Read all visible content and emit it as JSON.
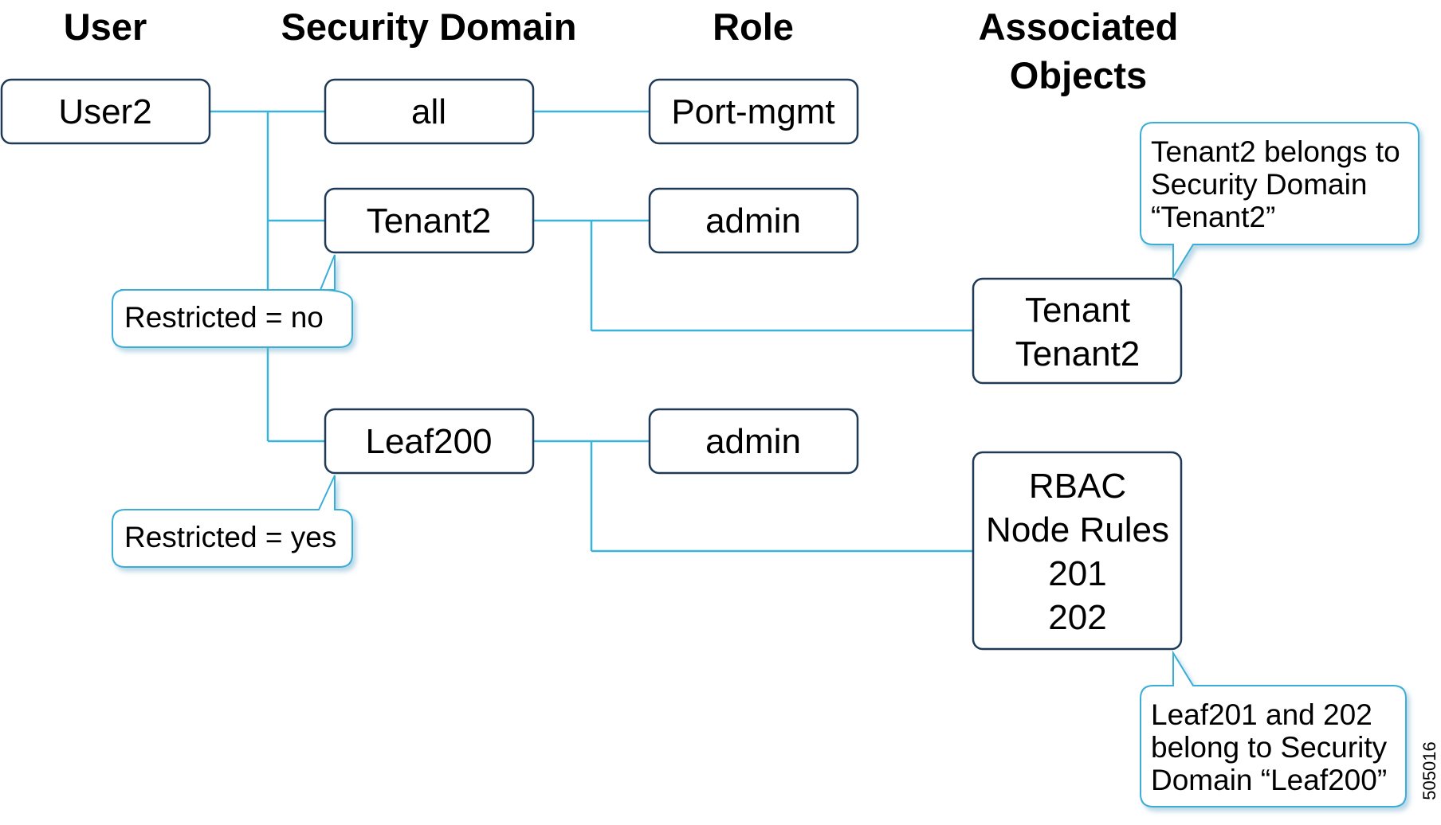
{
  "headers": {
    "user": "User",
    "security_domain": "Security Domain",
    "role": "Role",
    "associated_objects_line1": "Associated",
    "associated_objects_line2": "Objects"
  },
  "user": {
    "label": "User2"
  },
  "domains": [
    {
      "label": "all"
    },
    {
      "label": "Tenant2"
    },
    {
      "label": "Leaf200"
    }
  ],
  "roles": [
    {
      "label": "Port-mgmt"
    },
    {
      "label": "admin"
    },
    {
      "label": "admin"
    }
  ],
  "objects": {
    "tenant": {
      "line1": "Tenant",
      "line2": "Tenant2"
    },
    "rbac": {
      "line1": "RBAC",
      "line2": "Node Rules",
      "line3": "201",
      "line4": "202"
    }
  },
  "callouts": {
    "restricted_no": "Restricted = no",
    "restricted_yes": "Restricted = yes",
    "tenant_note": {
      "line1": "Tenant2 belongs to",
      "line2": "Security Domain",
      "line3": "“Tenant2”"
    },
    "leaf_note": {
      "line1": "Leaf201 and 202",
      "line2": "belong to Security",
      "line3": "Domain “Leaf200”"
    }
  },
  "figure_id": "505016",
  "colors": {
    "connector": "#3ab3da",
    "box_border": "#1f3a57",
    "callout_border": "#3aaed8"
  }
}
